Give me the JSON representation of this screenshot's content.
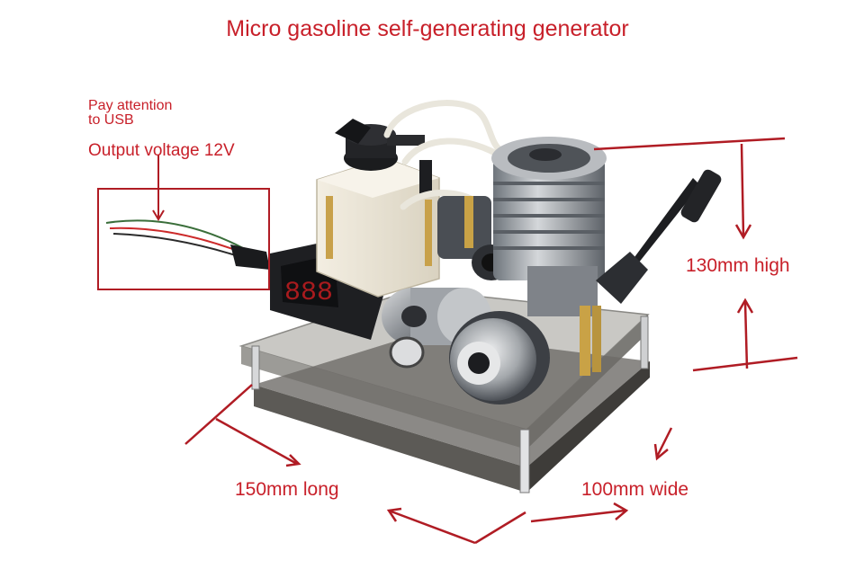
{
  "title": "Micro gasoline self-generating generator",
  "notes": {
    "usb_line1": "Pay attention",
    "usb_line2": "to USB",
    "voltage": "Output voltage 12V"
  },
  "dimensions": {
    "height": "130mm high",
    "length": "150mm long",
    "width": "100mm wide"
  },
  "display": {
    "digits": "888"
  },
  "colors": {
    "label_red": "#c8202a",
    "annotation_red": "#b01c24",
    "background": "#ffffff"
  }
}
